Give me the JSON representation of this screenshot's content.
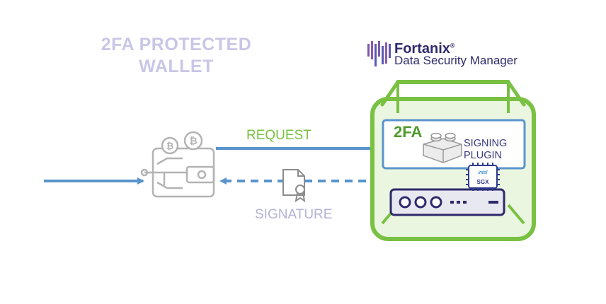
{
  "wallet": {
    "title_line1": "2FA PROTECTED",
    "title_line2": "WALLET"
  },
  "brand": {
    "name": "Fortanix",
    "mark": "®",
    "product": "Data Security Manager"
  },
  "flows": {
    "request_label": "REQUEST",
    "signature_label": "SIGNATURE"
  },
  "enclave": {
    "badge": "2FA",
    "plugin_line1": "SIGNING",
    "plugin_line2": "PLUGIN"
  },
  "chip": {
    "vendor": "intel",
    "tech": "SGX"
  },
  "colors": {
    "green": "#79c142",
    "blue": "#5a94cc",
    "navy": "#2e2a6b",
    "lavender": "#c9c6e6",
    "icon_gray": "#b3b3b3"
  },
  "icons": [
    "crypto-wallet-icon",
    "bitcoin-coin-icon",
    "certificate-document-icon",
    "puzzle-brick-icon",
    "sgx-chip-icon",
    "server-appliance-icon",
    "fortanix-logo-icon"
  ]
}
